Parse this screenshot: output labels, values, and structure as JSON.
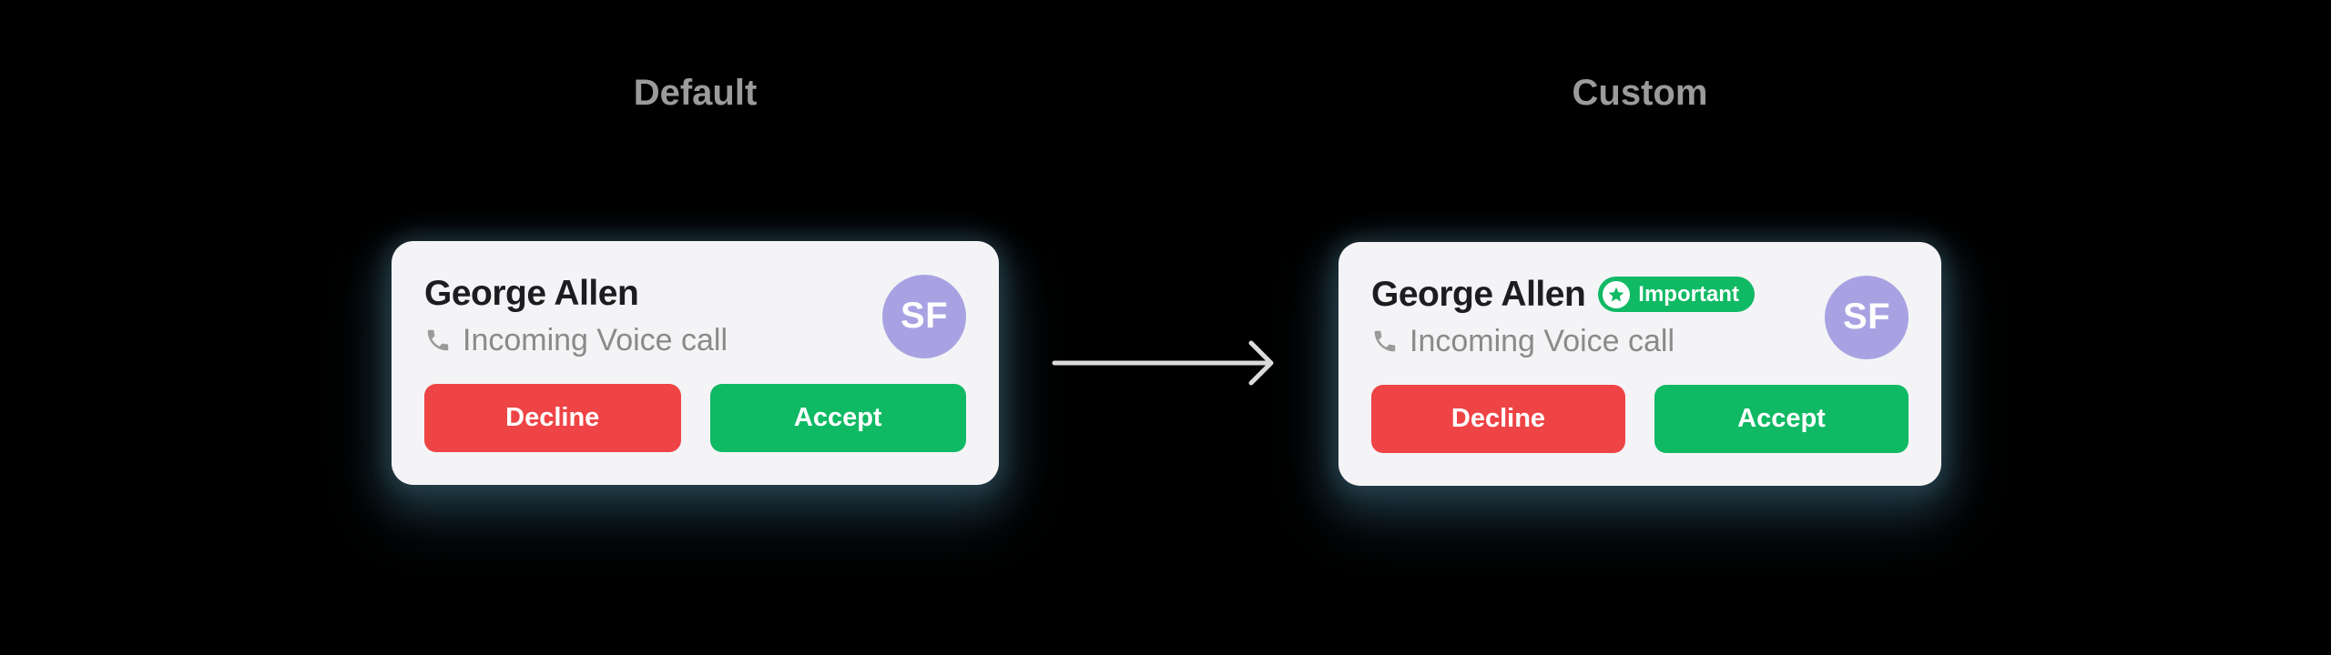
{
  "sections": {
    "left": {
      "title": "Default",
      "card": {
        "name": "George Allen",
        "subtitle": "Incoming Voice call",
        "avatar_initials": "SF",
        "decline_label": "Decline",
        "accept_label": "Accept"
      }
    },
    "right": {
      "title": "Custom",
      "card": {
        "name": "George Allen",
        "badge_label": "Important",
        "subtitle": "Incoming Voice call",
        "avatar_initials": "SF",
        "decline_label": "Decline",
        "accept_label": "Accept"
      }
    }
  },
  "icons": {
    "phone": "phone-handset-icon",
    "star": "star-icon",
    "arrow": "right-arrow-icon"
  },
  "colors": {
    "background": "#000000",
    "card_bg": "#f4f4f6",
    "title_gray": "#9b9b9b",
    "name_dark": "#1d1d1f",
    "subtitle_gray": "#8a8a8a",
    "icon_gray": "#9a9a9a",
    "avatar_purple": "#a9a2e2",
    "decline_red": "#ee4446",
    "accept_green": "#10b964",
    "badge_green": "#10b964",
    "arrow_gray": "#dcdcdc",
    "button_text": "#ffffff"
  }
}
